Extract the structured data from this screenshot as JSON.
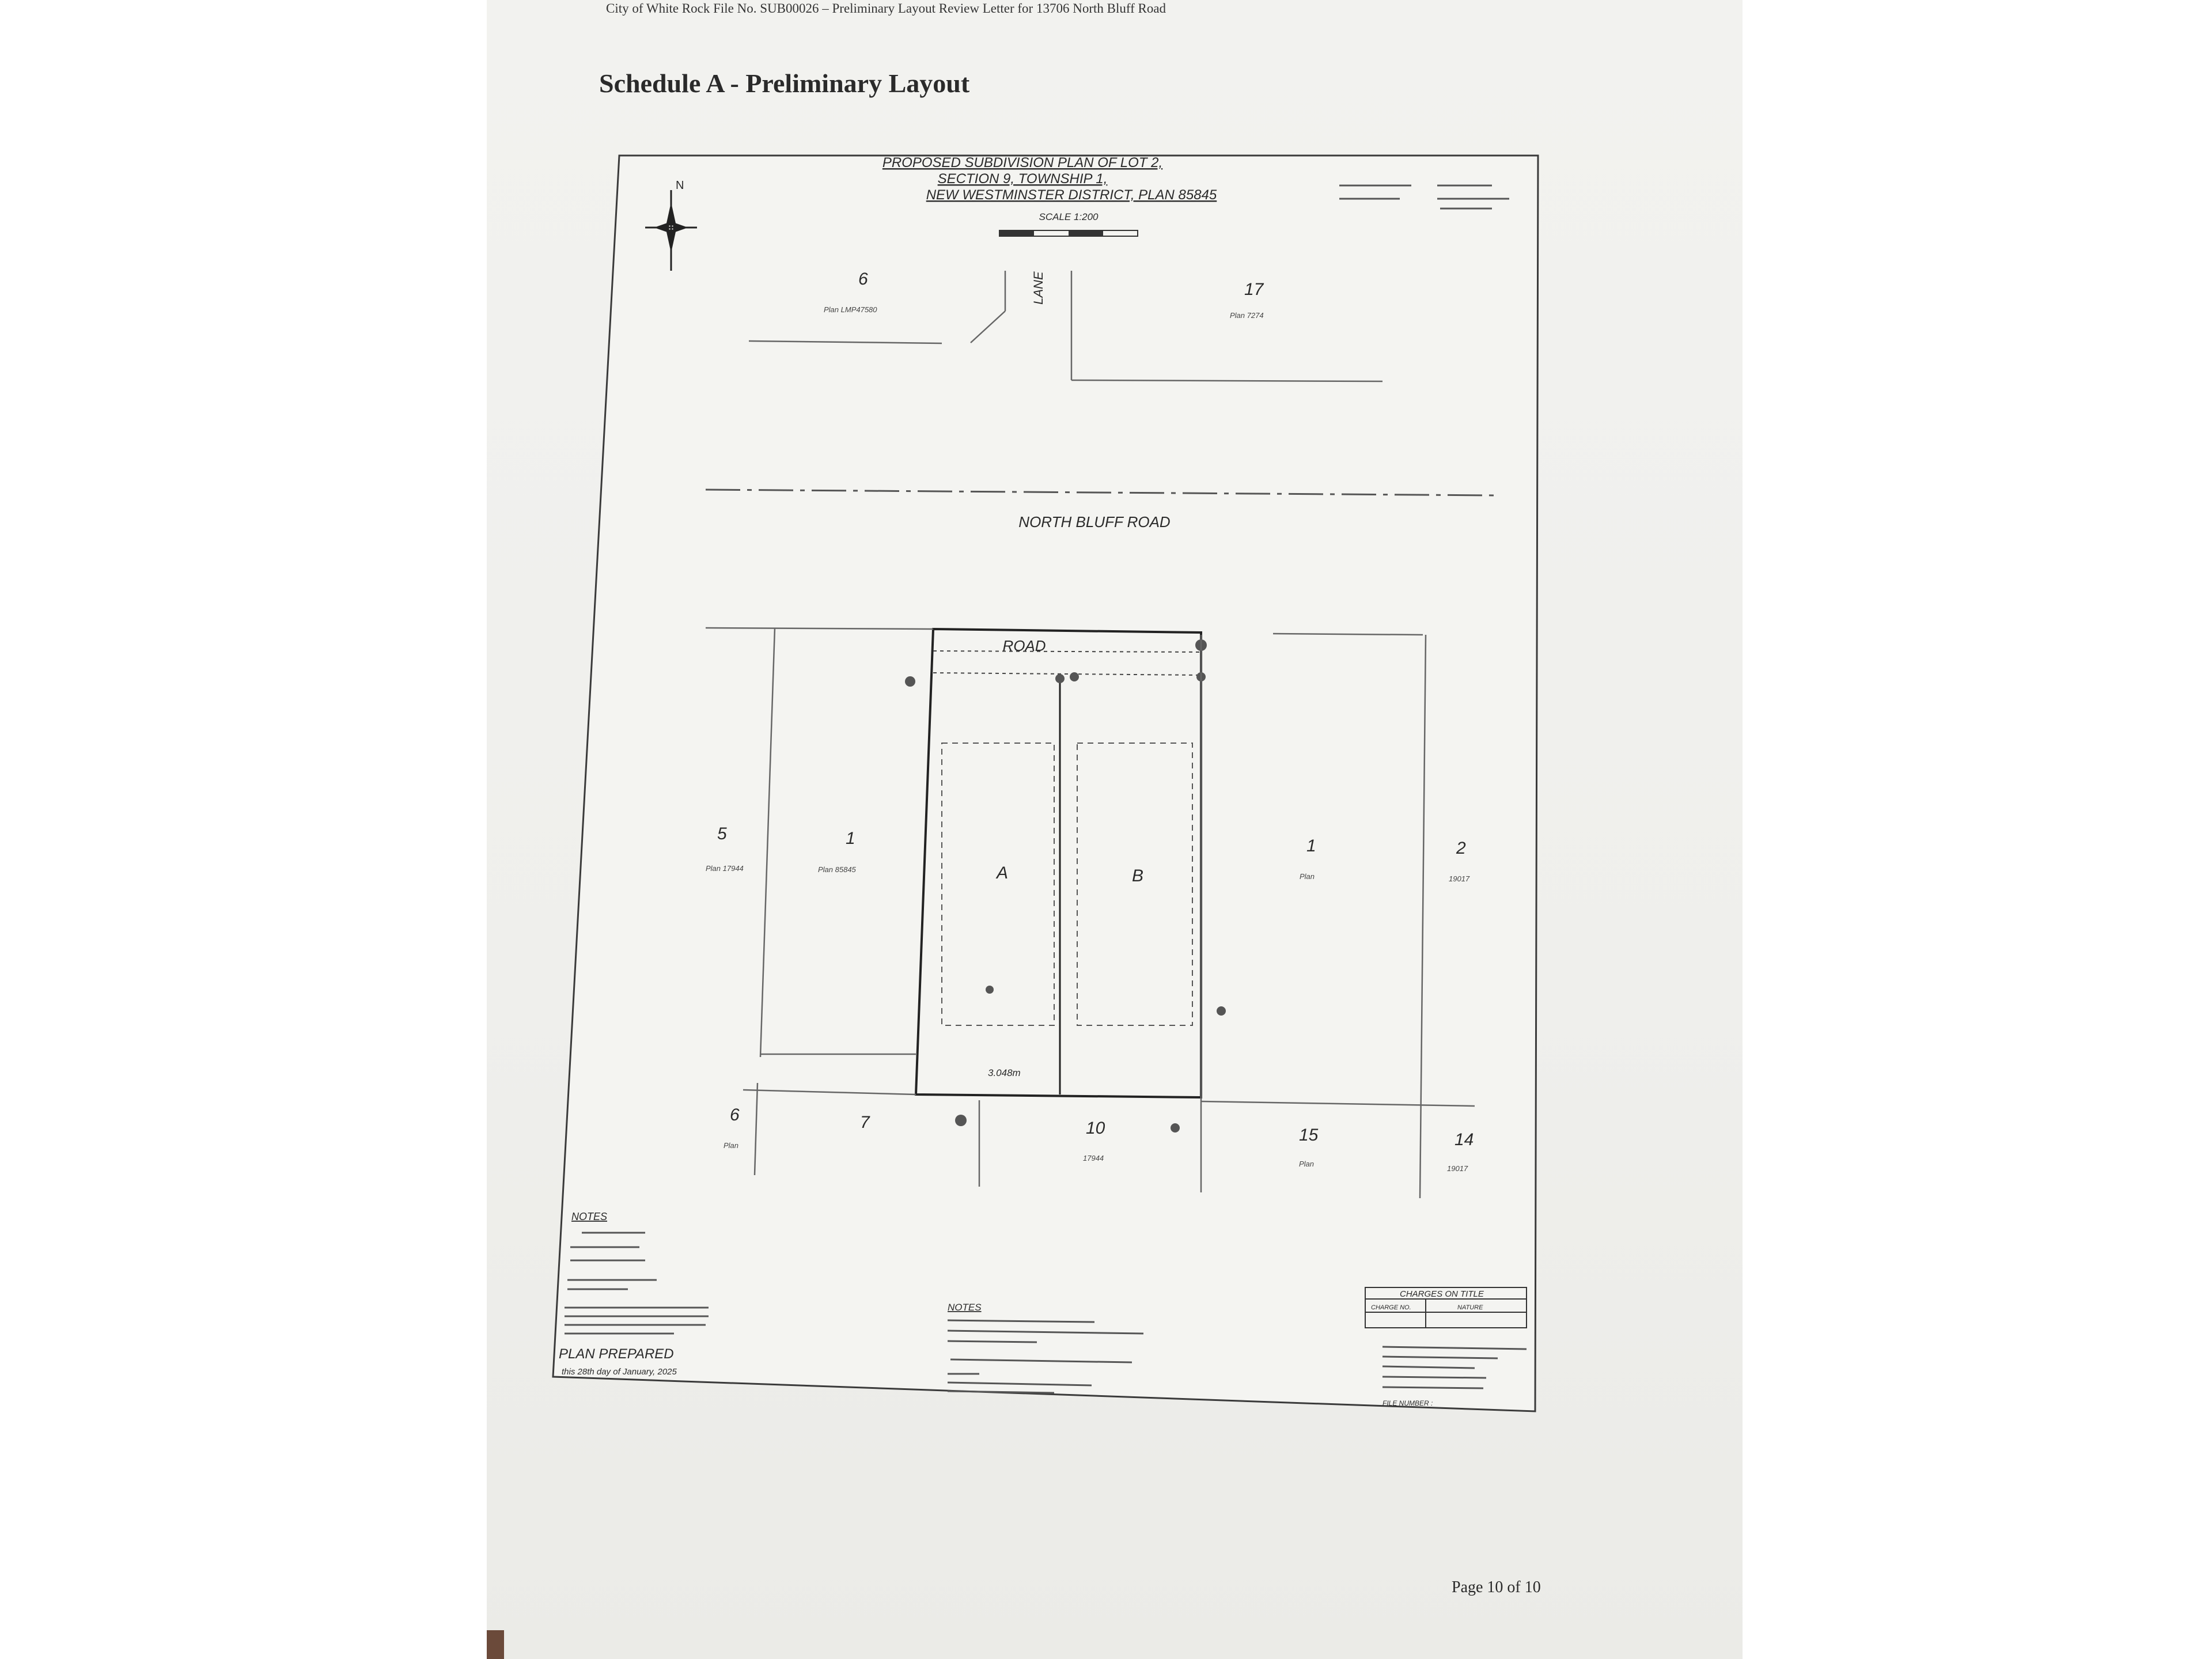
{
  "header": {
    "text": "City of White Rock File No. SUB00026 – Preliminary Layout Review Letter for 13706 North Bluff Road"
  },
  "heading": "Schedule A - Preliminary Layout",
  "footer": {
    "page": "Page 10 of 10"
  },
  "plan": {
    "title_lines": [
      "PROPOSED SUBDIVISION PLAN OF LOT 2,",
      "SECTION 9, TOWNSHIP 1,",
      "NEW WESTMINSTER DISTRICT, PLAN 85845"
    ],
    "scale": "SCALE 1:200",
    "north": "N",
    "road_name": "NORTH BLUFF ROAD",
    "lane_label": "LANE",
    "road_dedication": "ROAD",
    "lots": {
      "lot_a": "A",
      "lot_b": "B"
    },
    "neighbours": {
      "n6_top": "6",
      "n6_top_plan": "Plan LMP47580",
      "n17": "17",
      "n17_plan": "Plan 7274",
      "n5": "5",
      "n5_plan": "Plan 17944",
      "n1_left": "1",
      "n1_left_plan": "Plan 85845",
      "n1_right": "1",
      "n1_right_plan": "Plan",
      "n2": "2",
      "n2_plan": "19017",
      "n6_bottom": "6",
      "n6_bottom_plan": "Plan",
      "n7": "7",
      "n10": "10",
      "n10_plan": "17944",
      "n15": "15",
      "n15_plan": "Plan",
      "n14": "14",
      "n14_plan": "19017"
    },
    "rear_dimension": "3.048m",
    "notes_left_heading": "NOTES",
    "plan_prepared": "PLAN PREPARED",
    "plan_prepared_date": "this 28th day of January, 2025",
    "notes_center_heading": "NOTES",
    "charges_heading": "CHARGES ON TITLE",
    "charges_col1": "CHARGE NO.",
    "charges_col2": "NATURE",
    "file_number_label": "FILE NUMBER :"
  }
}
